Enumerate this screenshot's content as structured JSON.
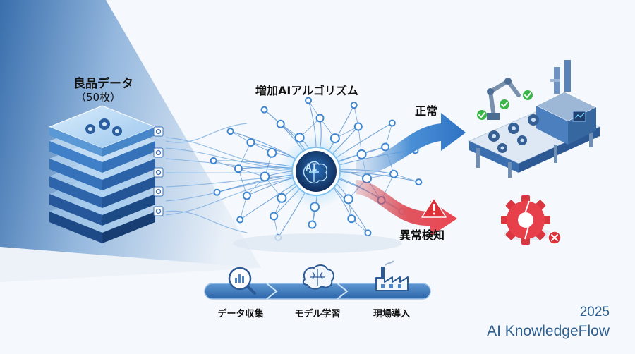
{
  "data_block": {
    "title": "良品データ",
    "count": "（50枚）"
  },
  "algorithm": {
    "title": "増加AIアルゴリズム",
    "chip_label": "AI"
  },
  "outputs": {
    "normal": "正常",
    "anomaly": "異常検知"
  },
  "process": {
    "steps": [
      "データ収集",
      "モデル学習",
      "現場導入"
    ]
  },
  "footer": {
    "year": "2025",
    "brand": "AI KnowledgeFlow"
  },
  "colors": {
    "primary_blue": "#2e6fb7",
    "dark_blue": "#1f4e8c",
    "alert_red": "#e0313b",
    "ok_green": "#3bb54a"
  },
  "icons": [
    "gear-icon",
    "brain-icon",
    "magnifier-chart-icon",
    "factory-icon",
    "warning-icon",
    "check-icon",
    "cross-icon"
  ]
}
